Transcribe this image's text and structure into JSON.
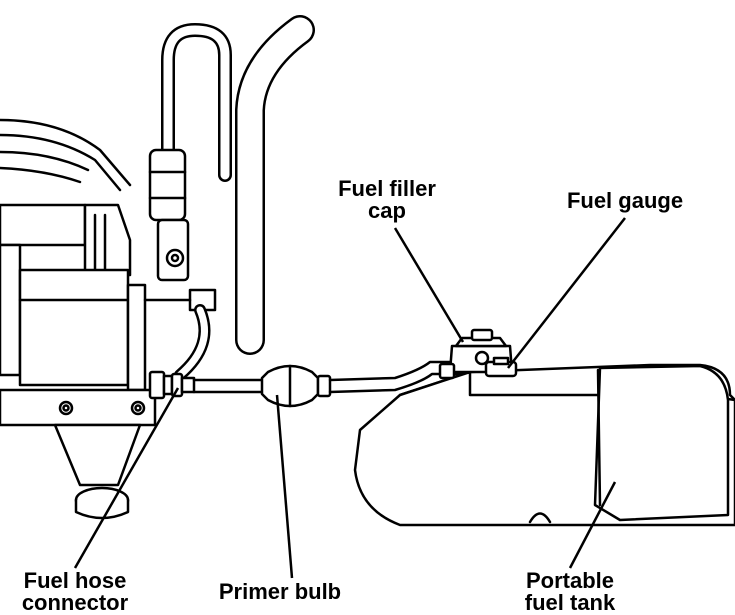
{
  "labels": {
    "fuel_filler_cap": {
      "line1": "Fuel filler",
      "line2": "cap"
    },
    "fuel_gauge": "Fuel gauge",
    "fuel_hose_connector": {
      "line1": "Fuel hose",
      "line2": "connector"
    },
    "primer_bulb": "Primer bulb",
    "portable_fuel_tank": {
      "line1": "Portable",
      "line2": "fuel tank"
    }
  },
  "colors": {
    "ink": "#000000",
    "fill": "#ffffff"
  }
}
